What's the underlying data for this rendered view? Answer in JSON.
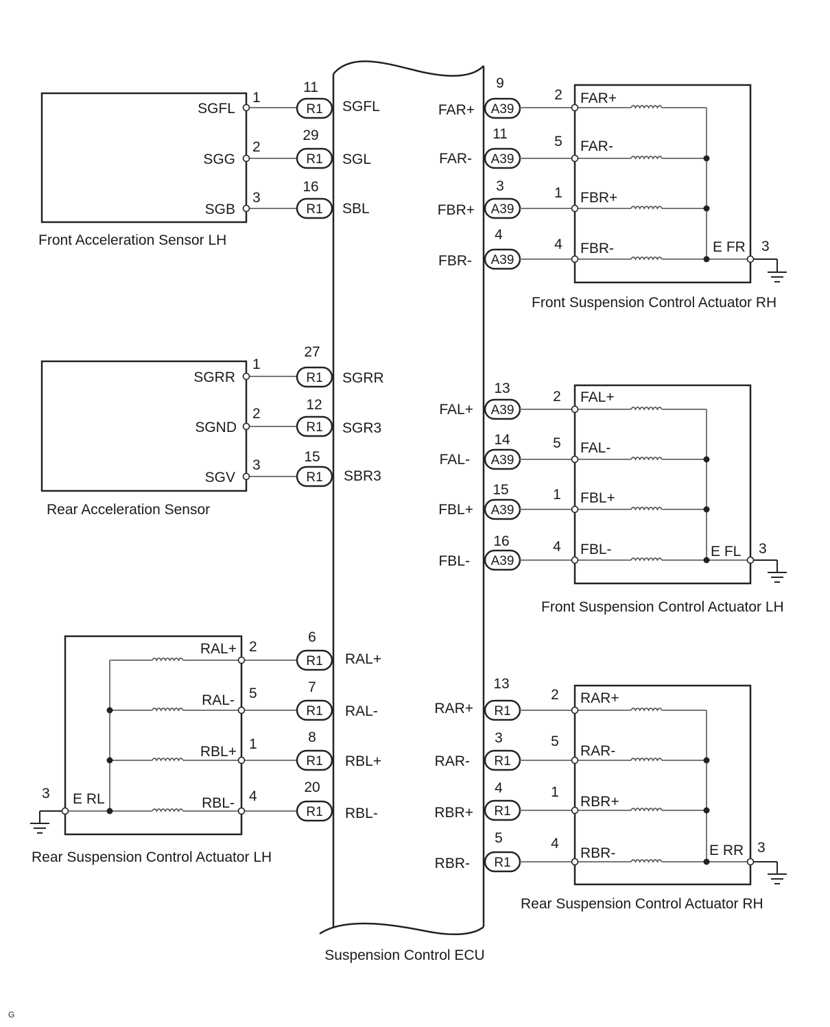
{
  "ecu": {
    "title": "Suspension Control ECU"
  },
  "corner_mark": "G",
  "sensor_blocks": [
    {
      "id": "front-acceleration-sensor-lh",
      "title": "Front Acceleration Sensor LH",
      "connector": "R1",
      "pins": [
        {
          "sensor_pin": "1",
          "sensor_label": "SGFL",
          "ecu_pin": "11",
          "ecu_label": "SGFL"
        },
        {
          "sensor_pin": "2",
          "sensor_label": "SGG",
          "ecu_pin": "29",
          "ecu_label": "SGL"
        },
        {
          "sensor_pin": "3",
          "sensor_label": "SGB",
          "ecu_pin": "16",
          "ecu_label": "SBL"
        }
      ]
    },
    {
      "id": "rear-acceleration-sensor",
      "title": "Rear Acceleration Sensor",
      "connector": "R1",
      "pins": [
        {
          "sensor_pin": "1",
          "sensor_label": "SGRR",
          "ecu_pin": "27",
          "ecu_label": "SGRR"
        },
        {
          "sensor_pin": "2",
          "sensor_label": "SGND",
          "ecu_pin": "12",
          "ecu_label": "SGR3"
        },
        {
          "sensor_pin": "3",
          "sensor_label": "SGV",
          "ecu_pin": "15",
          "ecu_label": "SBR3"
        }
      ]
    }
  ],
  "actuator_blocks": [
    {
      "id": "front-suspension-control-actuator-rh",
      "title": "Front Suspension Control Actuator RH",
      "connector": "A39",
      "ground_label": "E FR",
      "ground_pin": "3",
      "pins": [
        {
          "ecu_label": "FAR+",
          "ecu_pin": "9",
          "act_pin": "2",
          "act_label": "FAR+"
        },
        {
          "ecu_label": "FAR-",
          "ecu_pin": "11",
          "act_pin": "5",
          "act_label": "FAR-"
        },
        {
          "ecu_label": "FBR+",
          "ecu_pin": "3",
          "act_pin": "1",
          "act_label": "FBR+"
        },
        {
          "ecu_label": "FBR-",
          "ecu_pin": "4",
          "act_pin": "4",
          "act_label": "FBR-"
        }
      ]
    },
    {
      "id": "front-suspension-control-actuator-lh",
      "title": "Front Suspension Control Actuator LH",
      "connector": "A39",
      "ground_label": "E FL",
      "ground_pin": "3",
      "pins": [
        {
          "ecu_label": "FAL+",
          "ecu_pin": "13",
          "act_pin": "2",
          "act_label": "FAL+"
        },
        {
          "ecu_label": "FAL-",
          "ecu_pin": "14",
          "act_pin": "5",
          "act_label": "FAL-"
        },
        {
          "ecu_label": "FBL+",
          "ecu_pin": "15",
          "act_pin": "1",
          "act_label": "FBL+"
        },
        {
          "ecu_label": "FBL-",
          "ecu_pin": "16",
          "act_pin": "4",
          "act_label": "FBL-"
        }
      ]
    },
    {
      "id": "rear-suspension-control-actuator-rh",
      "title": "Rear Suspension Control Actuator RH",
      "connector": "R1",
      "ground_label": "E RR",
      "ground_pin": "3",
      "pins": [
        {
          "ecu_label": "RAR+",
          "ecu_pin": "13",
          "act_pin": "2",
          "act_label": "RAR+"
        },
        {
          "ecu_label": "RAR-",
          "ecu_pin": "3",
          "act_pin": "5",
          "act_label": "RAR-"
        },
        {
          "ecu_label": "RBR+",
          "ecu_pin": "4",
          "act_pin": "1",
          "act_label": "RBR+"
        },
        {
          "ecu_label": "RBR-",
          "ecu_pin": "5",
          "act_pin": "4",
          "act_label": "RBR-"
        }
      ]
    },
    {
      "id": "rear-suspension-control-actuator-lh",
      "title": "Rear Suspension Control Actuator LH",
      "connector": "R1",
      "ground_label": "E RL",
      "ground_pin": "3",
      "pins": [
        {
          "ecu_label": "RAL+",
          "ecu_pin": "6",
          "act_pin": "2",
          "act_label": "RAL+"
        },
        {
          "ecu_label": "RAL-",
          "ecu_pin": "7",
          "act_pin": "5",
          "act_label": "RAL-"
        },
        {
          "ecu_label": "RBL+",
          "ecu_pin": "8",
          "act_pin": "1",
          "act_label": "RBL+"
        },
        {
          "ecu_label": "RBL-",
          "ecu_pin": "20",
          "act_pin": "4",
          "act_label": "RBL-"
        }
      ]
    }
  ]
}
